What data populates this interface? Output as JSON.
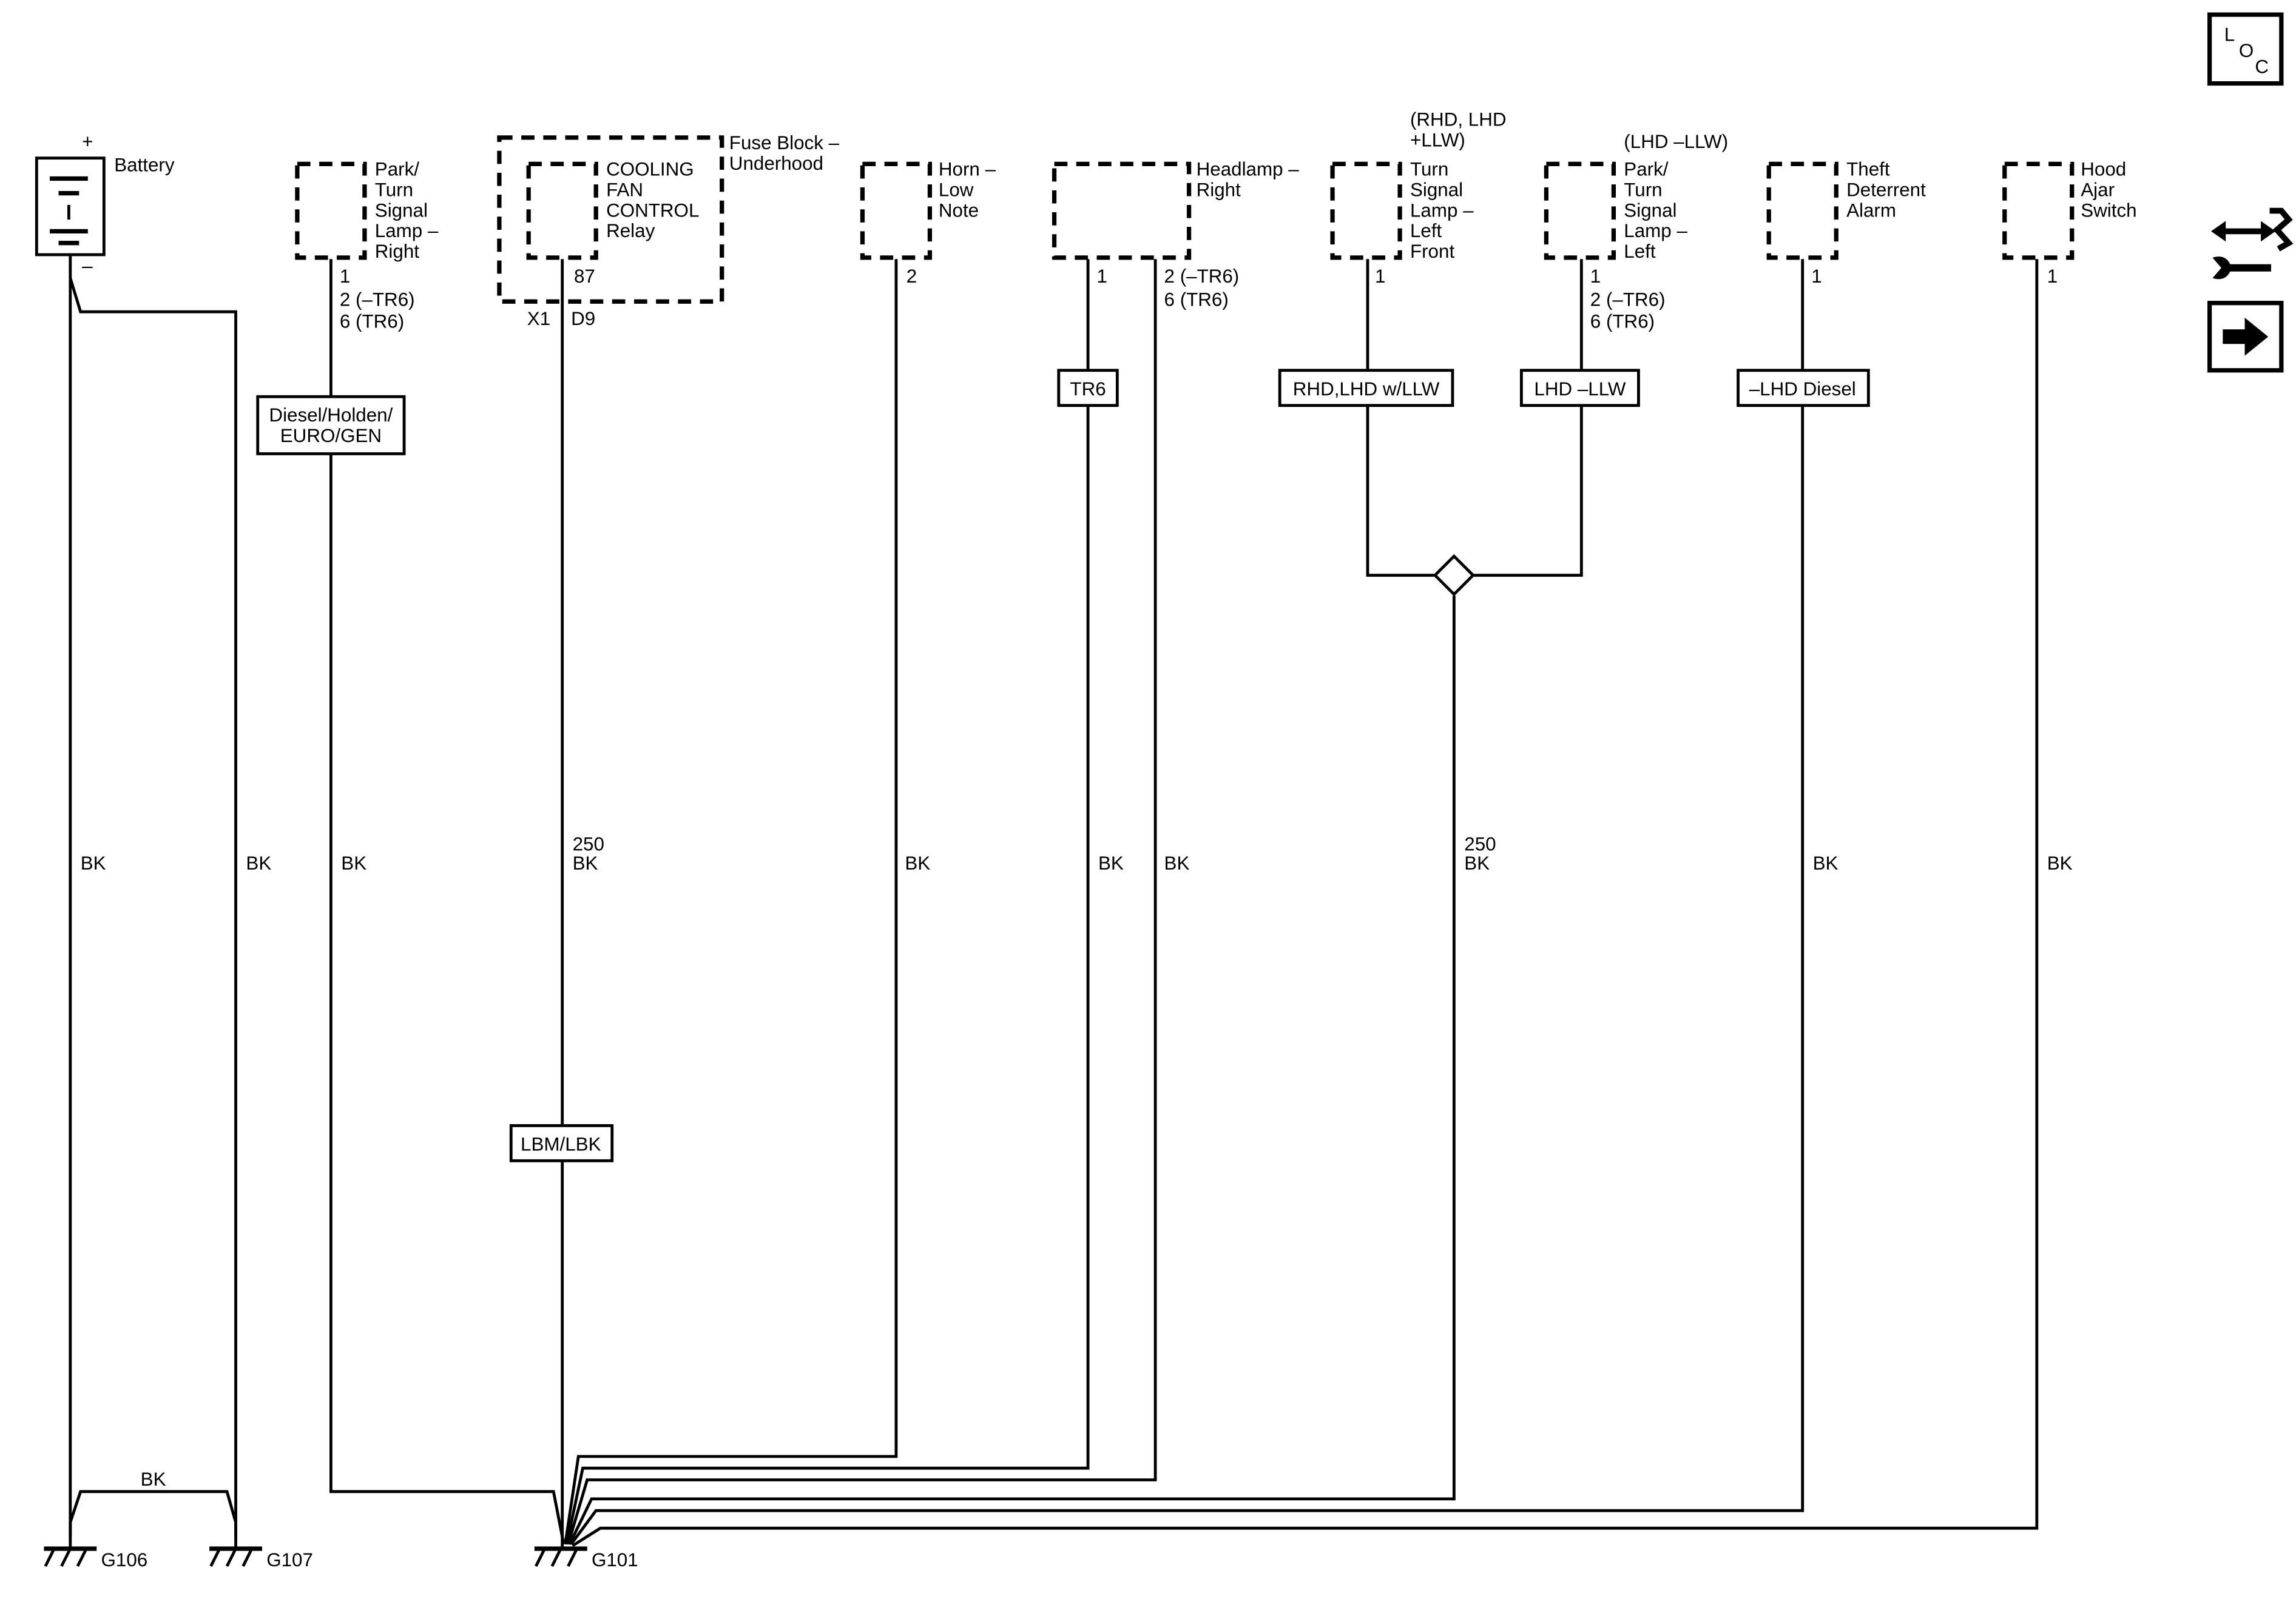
{
  "battery": {
    "label": "Battery",
    "plus": "+",
    "minus": "–"
  },
  "components": {
    "park_right": [
      "Park/",
      "Turn",
      "Signal",
      "Lamp –",
      "Right"
    ],
    "fuse_block": [
      "Fuse Block –",
      "Underhood"
    ],
    "relay": [
      "COOLING",
      "FAN",
      "CONTROL",
      "Relay"
    ],
    "horn": [
      "Horn –",
      "Low",
      "Note"
    ],
    "headlamp": [
      "Headlamp –",
      "Right"
    ],
    "turn_left": [
      "Turn",
      "Signal",
      "Lamp –",
      "Left",
      "Front"
    ],
    "turn_left_cond": [
      "(RHD, LHD",
      "+LLW)"
    ],
    "park_left": [
      "Park/",
      "Turn",
      "Signal",
      "Lamp –",
      "Left"
    ],
    "park_left_cond": "(LHD –LLW)",
    "theft": [
      "Theft",
      "Deterrent",
      "Alarm"
    ],
    "hood": [
      "Hood",
      "Ajar",
      "Switch"
    ]
  },
  "pins": {
    "park_right": [
      "1",
      "2 (–TR6)",
      "6 (TR6)"
    ],
    "relay": "87",
    "relay_conn": "X1",
    "relay_conn_pin": "D9",
    "horn": "2",
    "headlamp_a": "1",
    "headlamp_b": [
      "2 (–TR6)",
      "6 (TR6)"
    ],
    "turn_left": "1",
    "park_left": [
      "1",
      "2 (–TR6)",
      "6 (TR6)"
    ],
    "theft": "1",
    "hood": "1"
  },
  "options": {
    "diesel": [
      "Diesel/Holden/",
      "EURO/GEN"
    ],
    "tr6": "TR6",
    "rhd": "RHD,LHD w/LLW",
    "lhd": "LHD –LLW",
    "lhd_diesel": "–LHD Diesel",
    "lbm": "LBM/LBK"
  },
  "wires": {
    "bk": "BK",
    "size": "250"
  },
  "grounds": [
    "G106",
    "G107",
    "G101"
  ],
  "nav": {
    "loc": [
      "L",
      "O",
      "C"
    ],
    "icons": [
      "connector-wrench-icon",
      "next-arrow-icon"
    ]
  }
}
